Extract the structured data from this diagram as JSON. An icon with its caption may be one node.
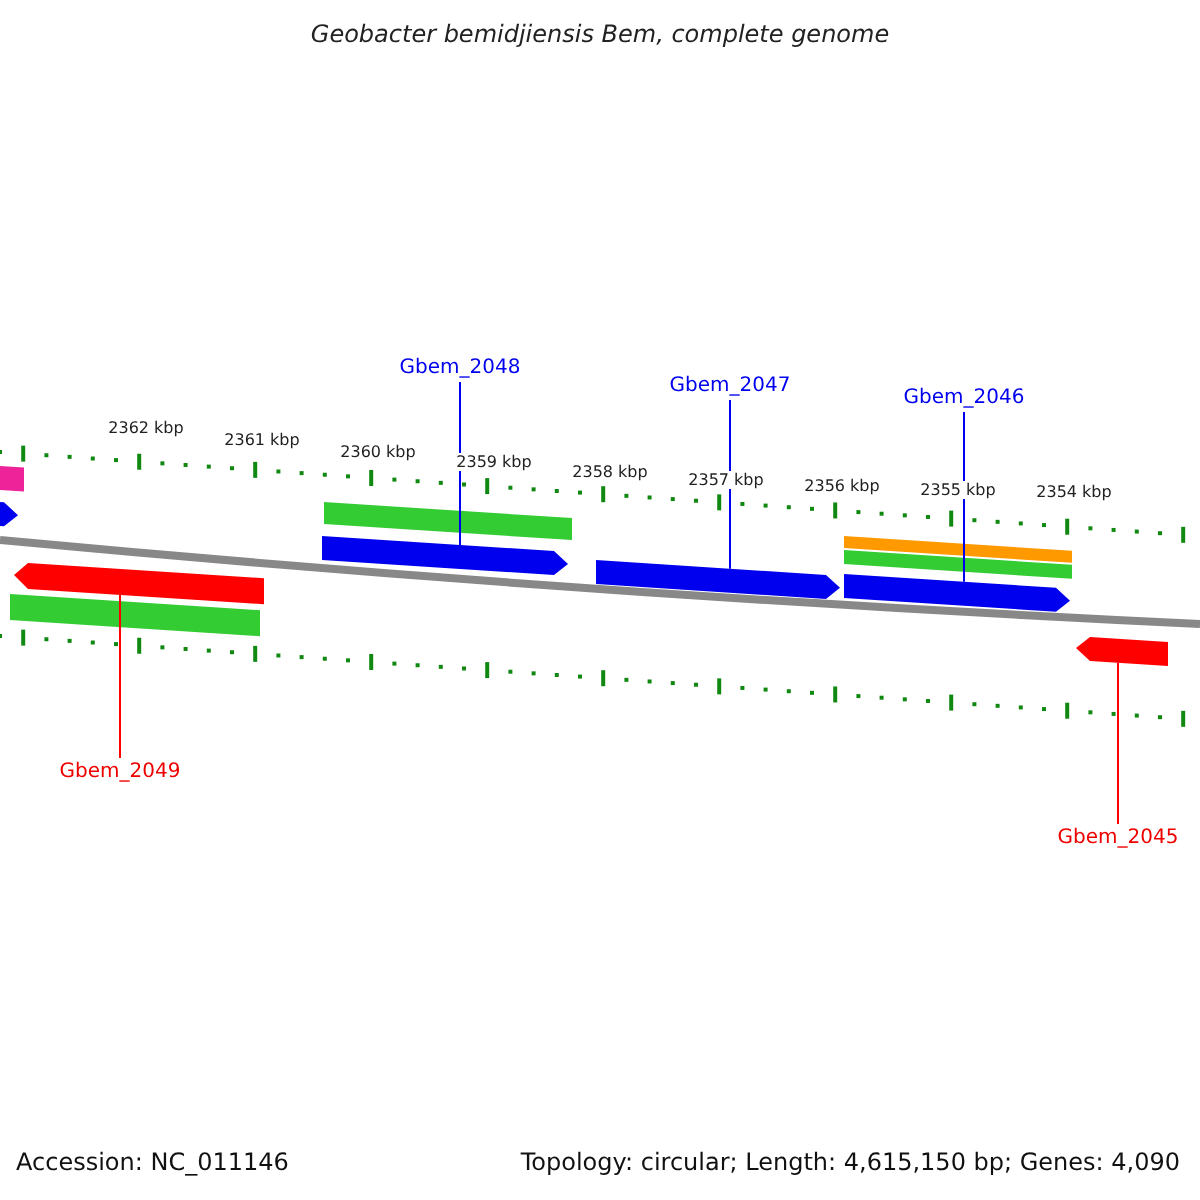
{
  "diagram": {
    "title": "Geobacter bemidjiensis Bem, complete genome",
    "nodes": [
      {
        "text": [
          "Gbem_2048"
        ]
      },
      {
        "text": [
          "Gbem_2047"
        ]
      },
      {
        "text": [
          "Gbem_2046"
        ]
      },
      {
        "text": [
          "Gbem_2049"
        ]
      },
      {
        "text": [
          "Gbem_2045"
        ]
      },
      {
        "text": [],
        "shape": "bar"
      },
      {
        "text": [],
        "shape": "bar"
      },
      {
        "text": [],
        "shape": "bar"
      },
      {
        "text": [],
        "shape": "bar"
      },
      {
        "text": [],
        "shape": "bar"
      },
      {
        "text": [],
        "shape": "bar"
      },
      {
        "text": [],
        "shape": "bar"
      },
      {
        "text": [],
        "shape": "bar"
      },
      {
        "text": [],
        "shape": "bar"
      },
      {
        "text": [],
        "shape": "bar"
      },
      {
        "text": [],
        "shape": "bar"
      }
    ],
    "edges": [
      {
        "from": 0,
        "to": 10,
        "arrow": "none"
      },
      {
        "from": 1,
        "to": 11,
        "arrow": "none"
      },
      {
        "from": 2,
        "to": 14,
        "arrow": "none"
      },
      {
        "from": 3,
        "to": 7,
        "arrow": "none",
        "color": "#ff0000"
      },
      {
        "from": 4,
        "to": 15,
        "arrow": "none",
        "color": "#ff0000"
      }
    ],
    "labels": [
      "2362 kbp",
      "2361 kbp",
      "2360 kbp",
      "2359 kbp",
      "2358 kbp",
      "2357 kbp",
      "2356 kbp",
      "2355 kbp",
      "2354 kbp",
      "Accession: NC_011146",
      "Topology: circular; Length: 4,615,150 bp; Genes: 4,090"
    ]
  }
}
